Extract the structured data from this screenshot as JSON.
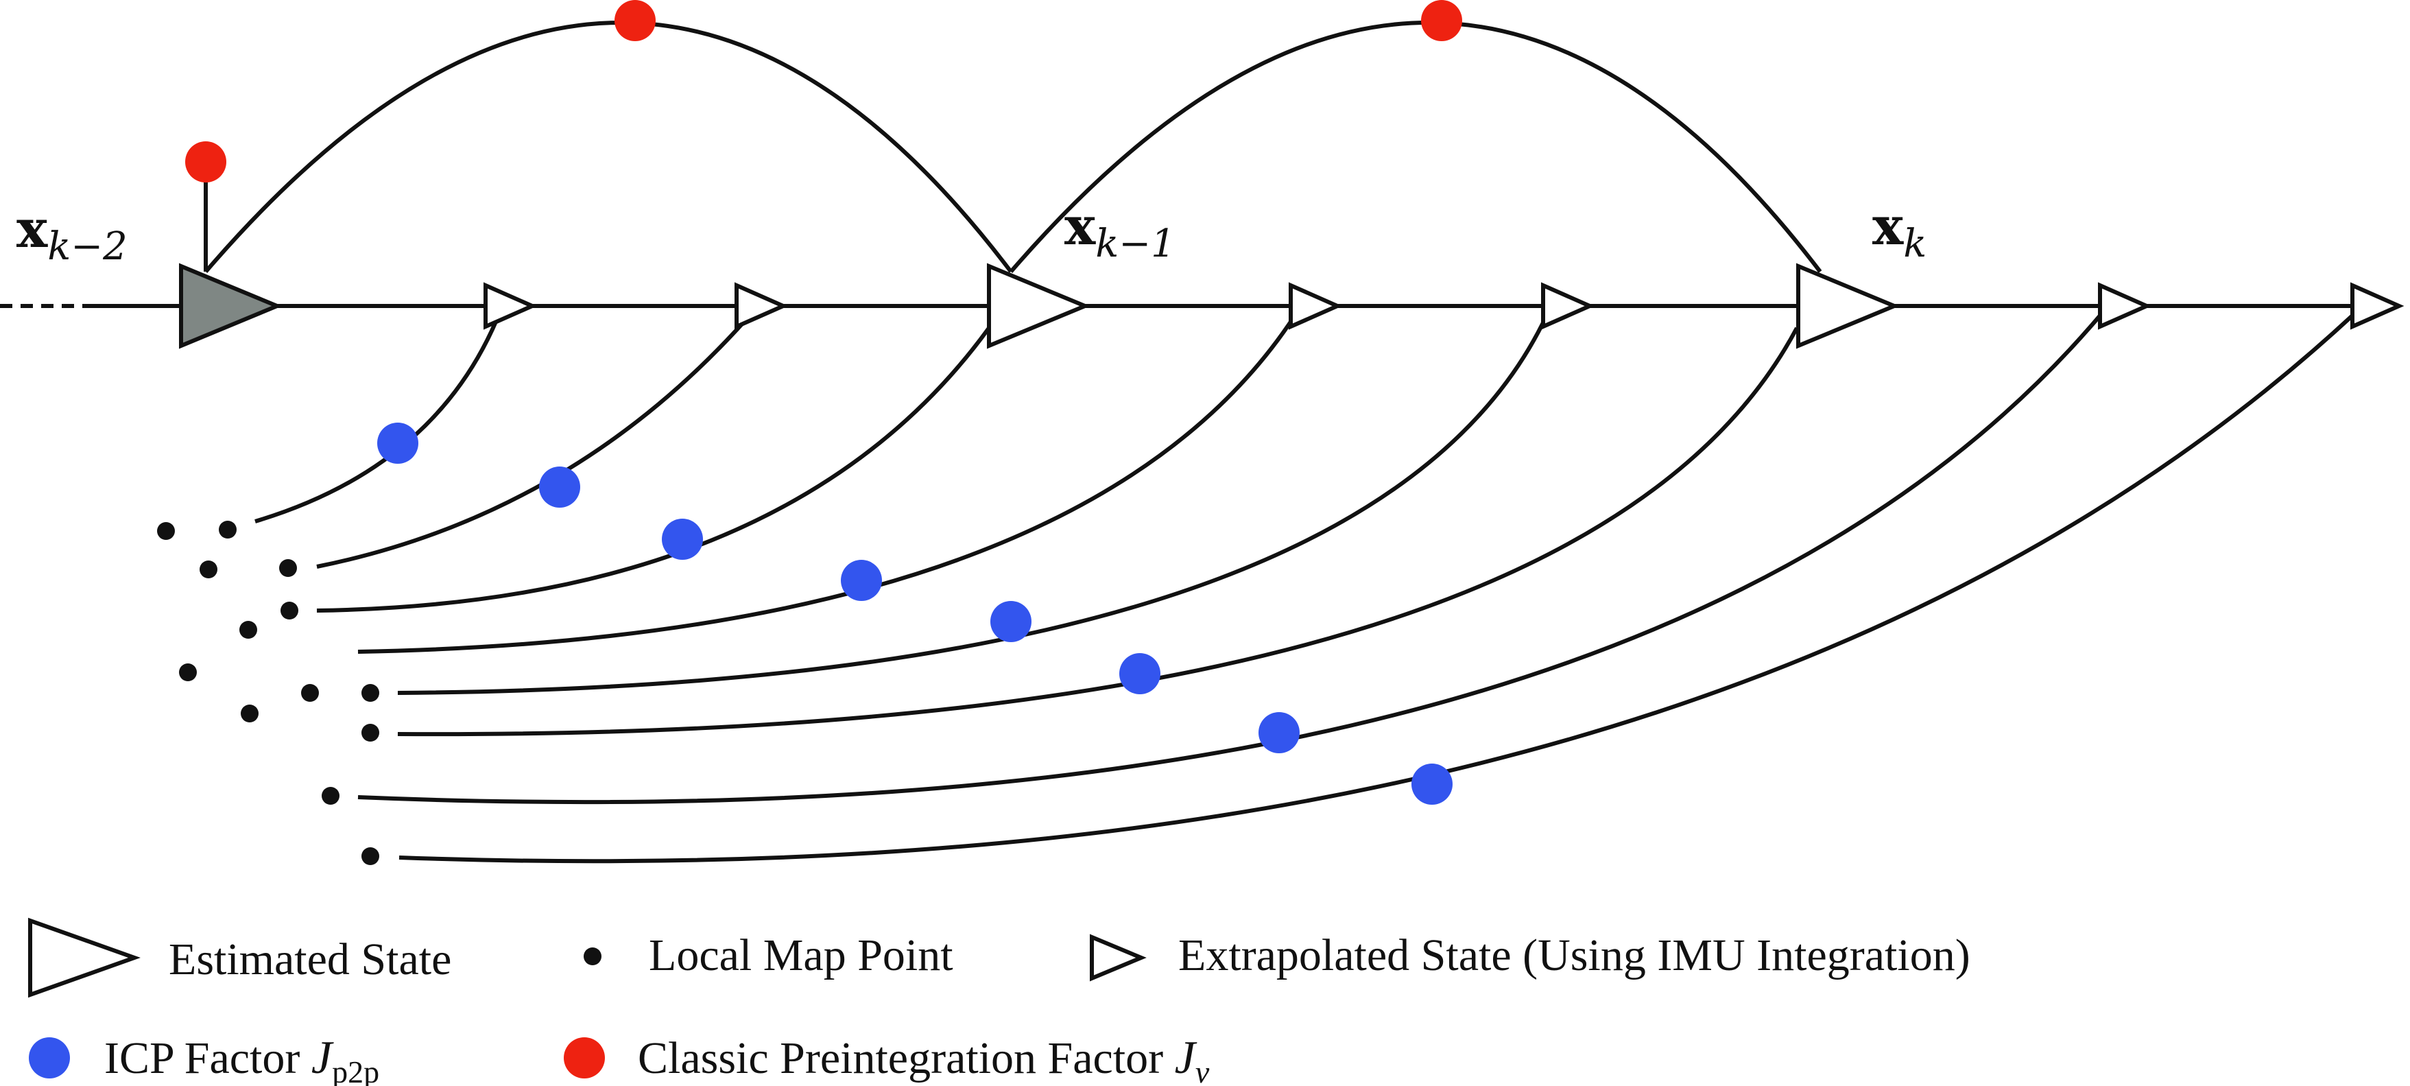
{
  "states": {
    "x_k_minus_2": {
      "symbol": "x",
      "subscript": "k−2"
    },
    "x_k_minus_1": {
      "symbol": "x",
      "subscript": "k−1"
    },
    "x_k": {
      "symbol": "x",
      "subscript": "k"
    }
  },
  "legend": {
    "estimated_state": "Estimated State",
    "local_map_point": "Local Map Point",
    "extrapolated_state": "Extrapolated State (Using IMU Integration)",
    "icp_factor_text": "ICP Factor ",
    "icp_factor_math": "J",
    "icp_factor_sub": "p2p",
    "preintegration_text": "Classic Preintegration Factor ",
    "preintegration_math": "J",
    "preintegration_sub": "v"
  },
  "colors": {
    "icp_factor": "#3355ee",
    "preintegration_factor": "#ee2211",
    "estimated_fill_first": "#7f8784",
    "line": "#111111"
  }
}
